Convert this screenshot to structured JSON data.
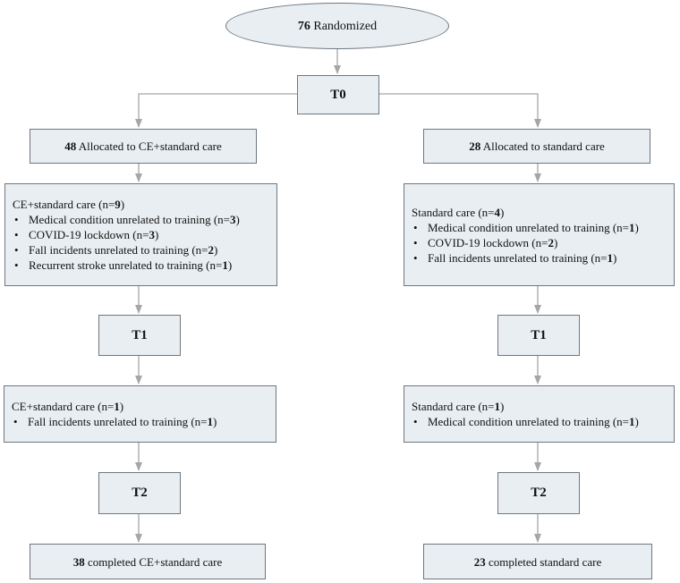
{
  "randomized": {
    "count": "76",
    "label": "Randomized"
  },
  "timepoints": {
    "t0": "T0",
    "t1": "T1",
    "t2": "T2"
  },
  "arms": {
    "left": {
      "allocated": {
        "count": "48",
        "label": "Allocated to CE+standard care"
      },
      "dropout_t1": {
        "title": "CE+standard care (n=",
        "n": "9",
        "close": ")",
        "items": [
          {
            "text": "Medical condition unrelated to training (n=",
            "n": "3",
            "close": ")"
          },
          {
            "text": "COVID-19 lockdown (n=",
            "n": "3",
            "close": ")"
          },
          {
            "text": "Fall incidents unrelated to training (n=",
            "n": "2",
            "close": ")"
          },
          {
            "text": "Recurrent stroke unrelated to training (n=",
            "n": "1",
            "close": ")"
          }
        ]
      },
      "dropout_t2": {
        "title": "CE+standard care (n=",
        "n": "1",
        "close": ")",
        "items": [
          {
            "text": "Fall incidents unrelated to training (n=",
            "n": "1",
            "close": ")"
          }
        ]
      },
      "completed": {
        "count": "38",
        "label": "completed CE+standard care"
      }
    },
    "right": {
      "allocated": {
        "count": "28",
        "label": "Allocated to standard care"
      },
      "dropout_t1": {
        "title": "Standard care (n=",
        "n": "4",
        "close": ")",
        "items": [
          {
            "text": "Medical condition unrelated to training (n=",
            "n": "1",
            "close": ")"
          },
          {
            "text": "COVID-19 lockdown (n=",
            "n": "2",
            "close": ")"
          },
          {
            "text": "Fall incidents unrelated to training (n=",
            "n": "1",
            "close": ")"
          }
        ]
      },
      "dropout_t2": {
        "title": "Standard care (n=",
        "n": "1",
        "close": ")",
        "items": [
          {
            "text": "Medical condition unrelated to training (n=",
            "n": "1",
            "close": ")"
          }
        ]
      },
      "completed": {
        "count": "23",
        "label": "completed standard care"
      }
    }
  },
  "colors": {
    "box_fill": "#e9eef2",
    "box_border": "#6f7780",
    "connector": "#a6a6a6"
  }
}
